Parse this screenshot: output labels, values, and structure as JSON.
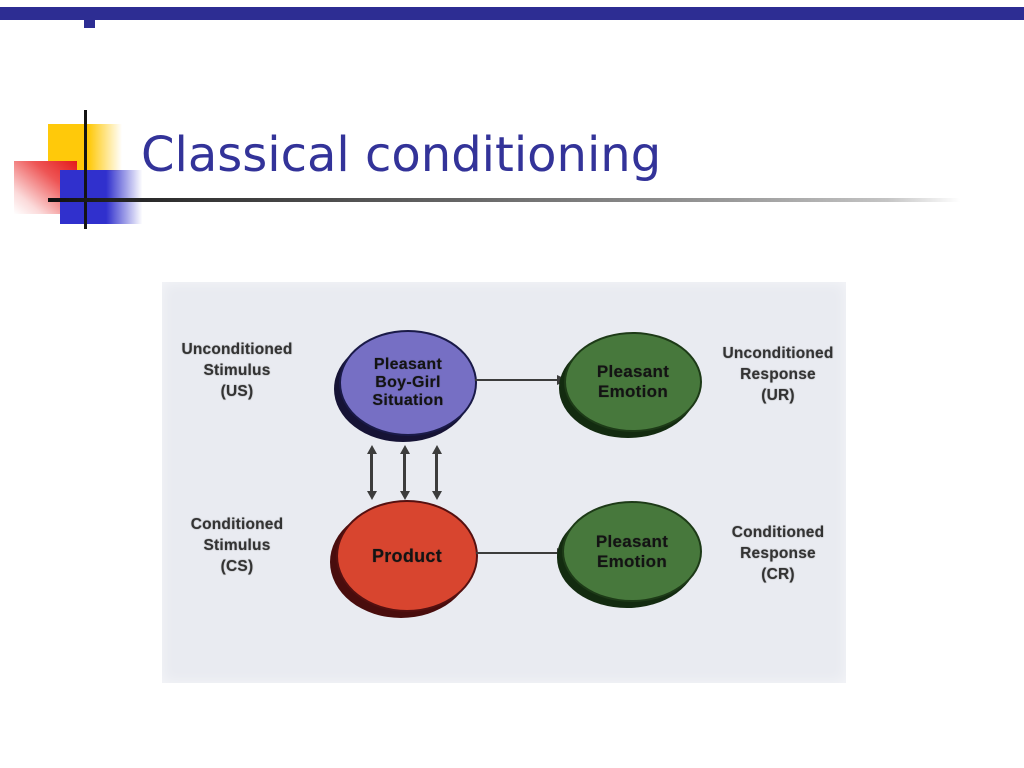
{
  "title": "Classical conditioning",
  "diagram": {
    "us": {
      "lines": [
        "Unconditioned",
        "Stimulus",
        "(US)"
      ]
    },
    "ur": {
      "lines": [
        "Unconditioned",
        "Response",
        "(UR)"
      ]
    },
    "cs": {
      "lines": [
        "Conditioned",
        "Stimulus",
        "(CS)"
      ]
    },
    "cr": {
      "lines": [
        "Conditioned",
        "Response",
        "(CR)"
      ]
    },
    "node_boy_girl": {
      "lines": [
        "Pleasant",
        "Boy-Girl",
        "Situation"
      ]
    },
    "node_emotion_top": {
      "lines": [
        "Pleasant",
        "Emotion"
      ]
    },
    "node_product": {
      "lines": [
        "Product"
      ]
    },
    "node_emotion_bottom": {
      "lines": [
        "Pleasant",
        "Emotion"
      ]
    }
  },
  "colors": {
    "top_bar": "#2d2d93",
    "logo_yellow": "#ffc90a",
    "logo_red": "#e41b1b",
    "logo_blue": "#3030cd",
    "title_text": "#333399",
    "scan_background": "#e9ebf1",
    "node_purple_fill": "#766fc4",
    "node_green_fill": "#47783c",
    "node_red_fill": "#d8452f",
    "label_text": "#333333",
    "arrow": "#3c3c3c"
  },
  "icons": {
    "arrow_right_top": "arrow-right-icon",
    "arrow_right_bottom": "arrow-right-icon",
    "double_arrows": "double-arrow-vertical-icon"
  }
}
